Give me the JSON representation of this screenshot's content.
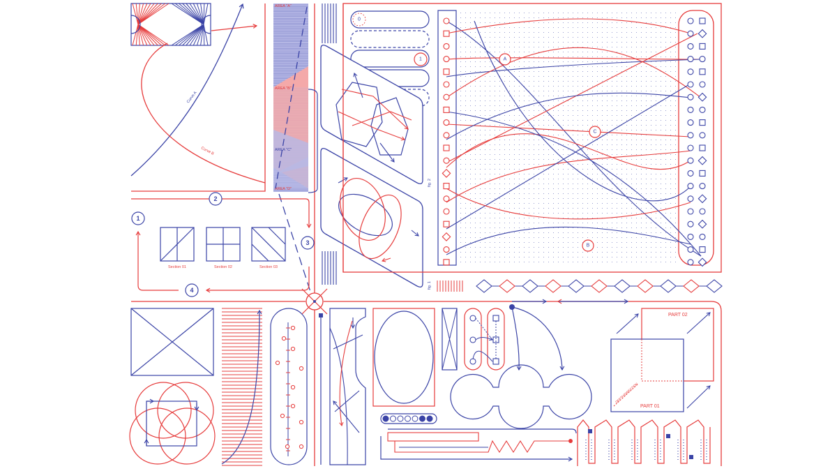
{
  "colors": {
    "red": "#e63b3b",
    "blue": "#3a43a6",
    "pink": "#f4a9a9",
    "lavender": "#b7b9e6",
    "background": "#ffffff"
  },
  "curves": {
    "blue_label": "Curve A",
    "red_label": "Curve B"
  },
  "areas": [
    "AREA \"A\"",
    "AREA \"B\"",
    "AREA \"C\"",
    "AREA \"D\""
  ],
  "flow_numbers": [
    "1",
    "2",
    "3",
    "4"
  ],
  "sections": [
    "Section 01",
    "Section 02",
    "Section 03"
  ],
  "pill_labels": [
    "0",
    "1"
  ],
  "figures": [
    "fig. 2",
    "fig. 1"
  ],
  "nodes": [
    "A",
    "B",
    "C"
  ],
  "parts": [
    "PART 01",
    "PART 02"
  ],
  "cube_note": "DEPTH/DIRECTION"
}
